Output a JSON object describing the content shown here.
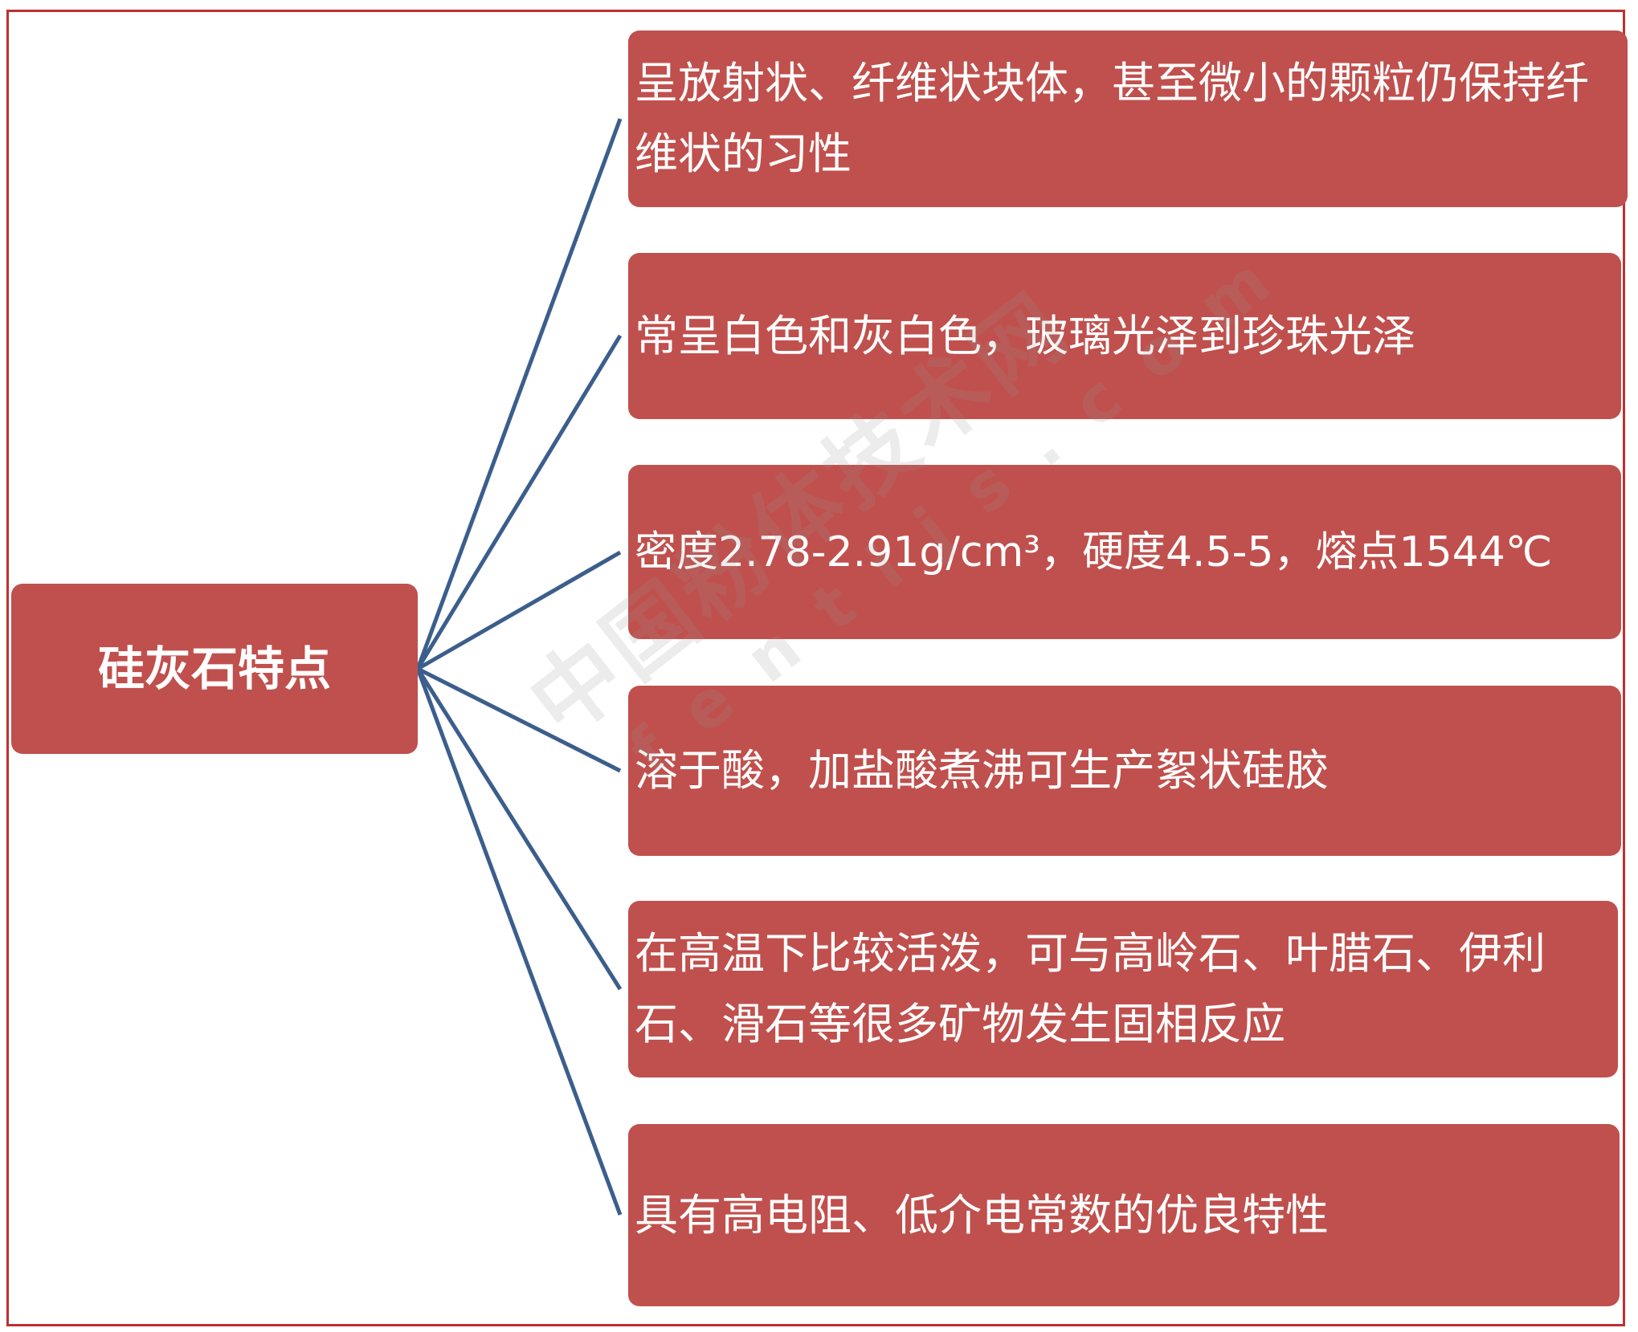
{
  "diagram": {
    "root": "硅灰石特点",
    "items": [
      "呈放射状、纤维状块体，甚至微小的颗粒仍保持纤维状的习性",
      "常呈白色和灰白色，玻璃光泽到珍珠光泽",
      "密度2.78-2.91g/cm³，硬度4.5-5，熔点1544℃",
      "溶于酸，加盐酸煮沸可生产絮状硅胶",
      "在高温下比较活泼，可与高岭石、叶腊石、伊利石、滑石等很多矿物发生固相反应",
      "具有高电阻、低介电常数的优良特性"
    ]
  },
  "watermark": {
    "cn": "中国粉体技术网",
    "en": "fentijs.com"
  },
  "colors": {
    "box_fill": "#c0504d",
    "connector": "#3b5e8c",
    "frame_border": "#c0302f",
    "text": "#ffffff"
  }
}
